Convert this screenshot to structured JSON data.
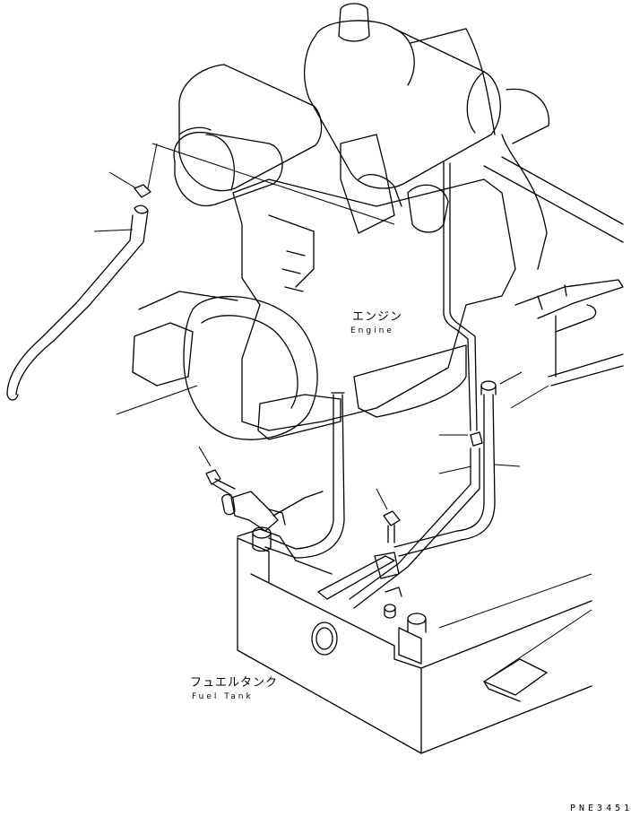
{
  "labels": {
    "engine_jp": "エンジン",
    "engine_en": "Engine",
    "tank_jp": "フュエルタンク",
    "tank_en": "Fuel Tank",
    "drawing_code": "PNE3451"
  }
}
